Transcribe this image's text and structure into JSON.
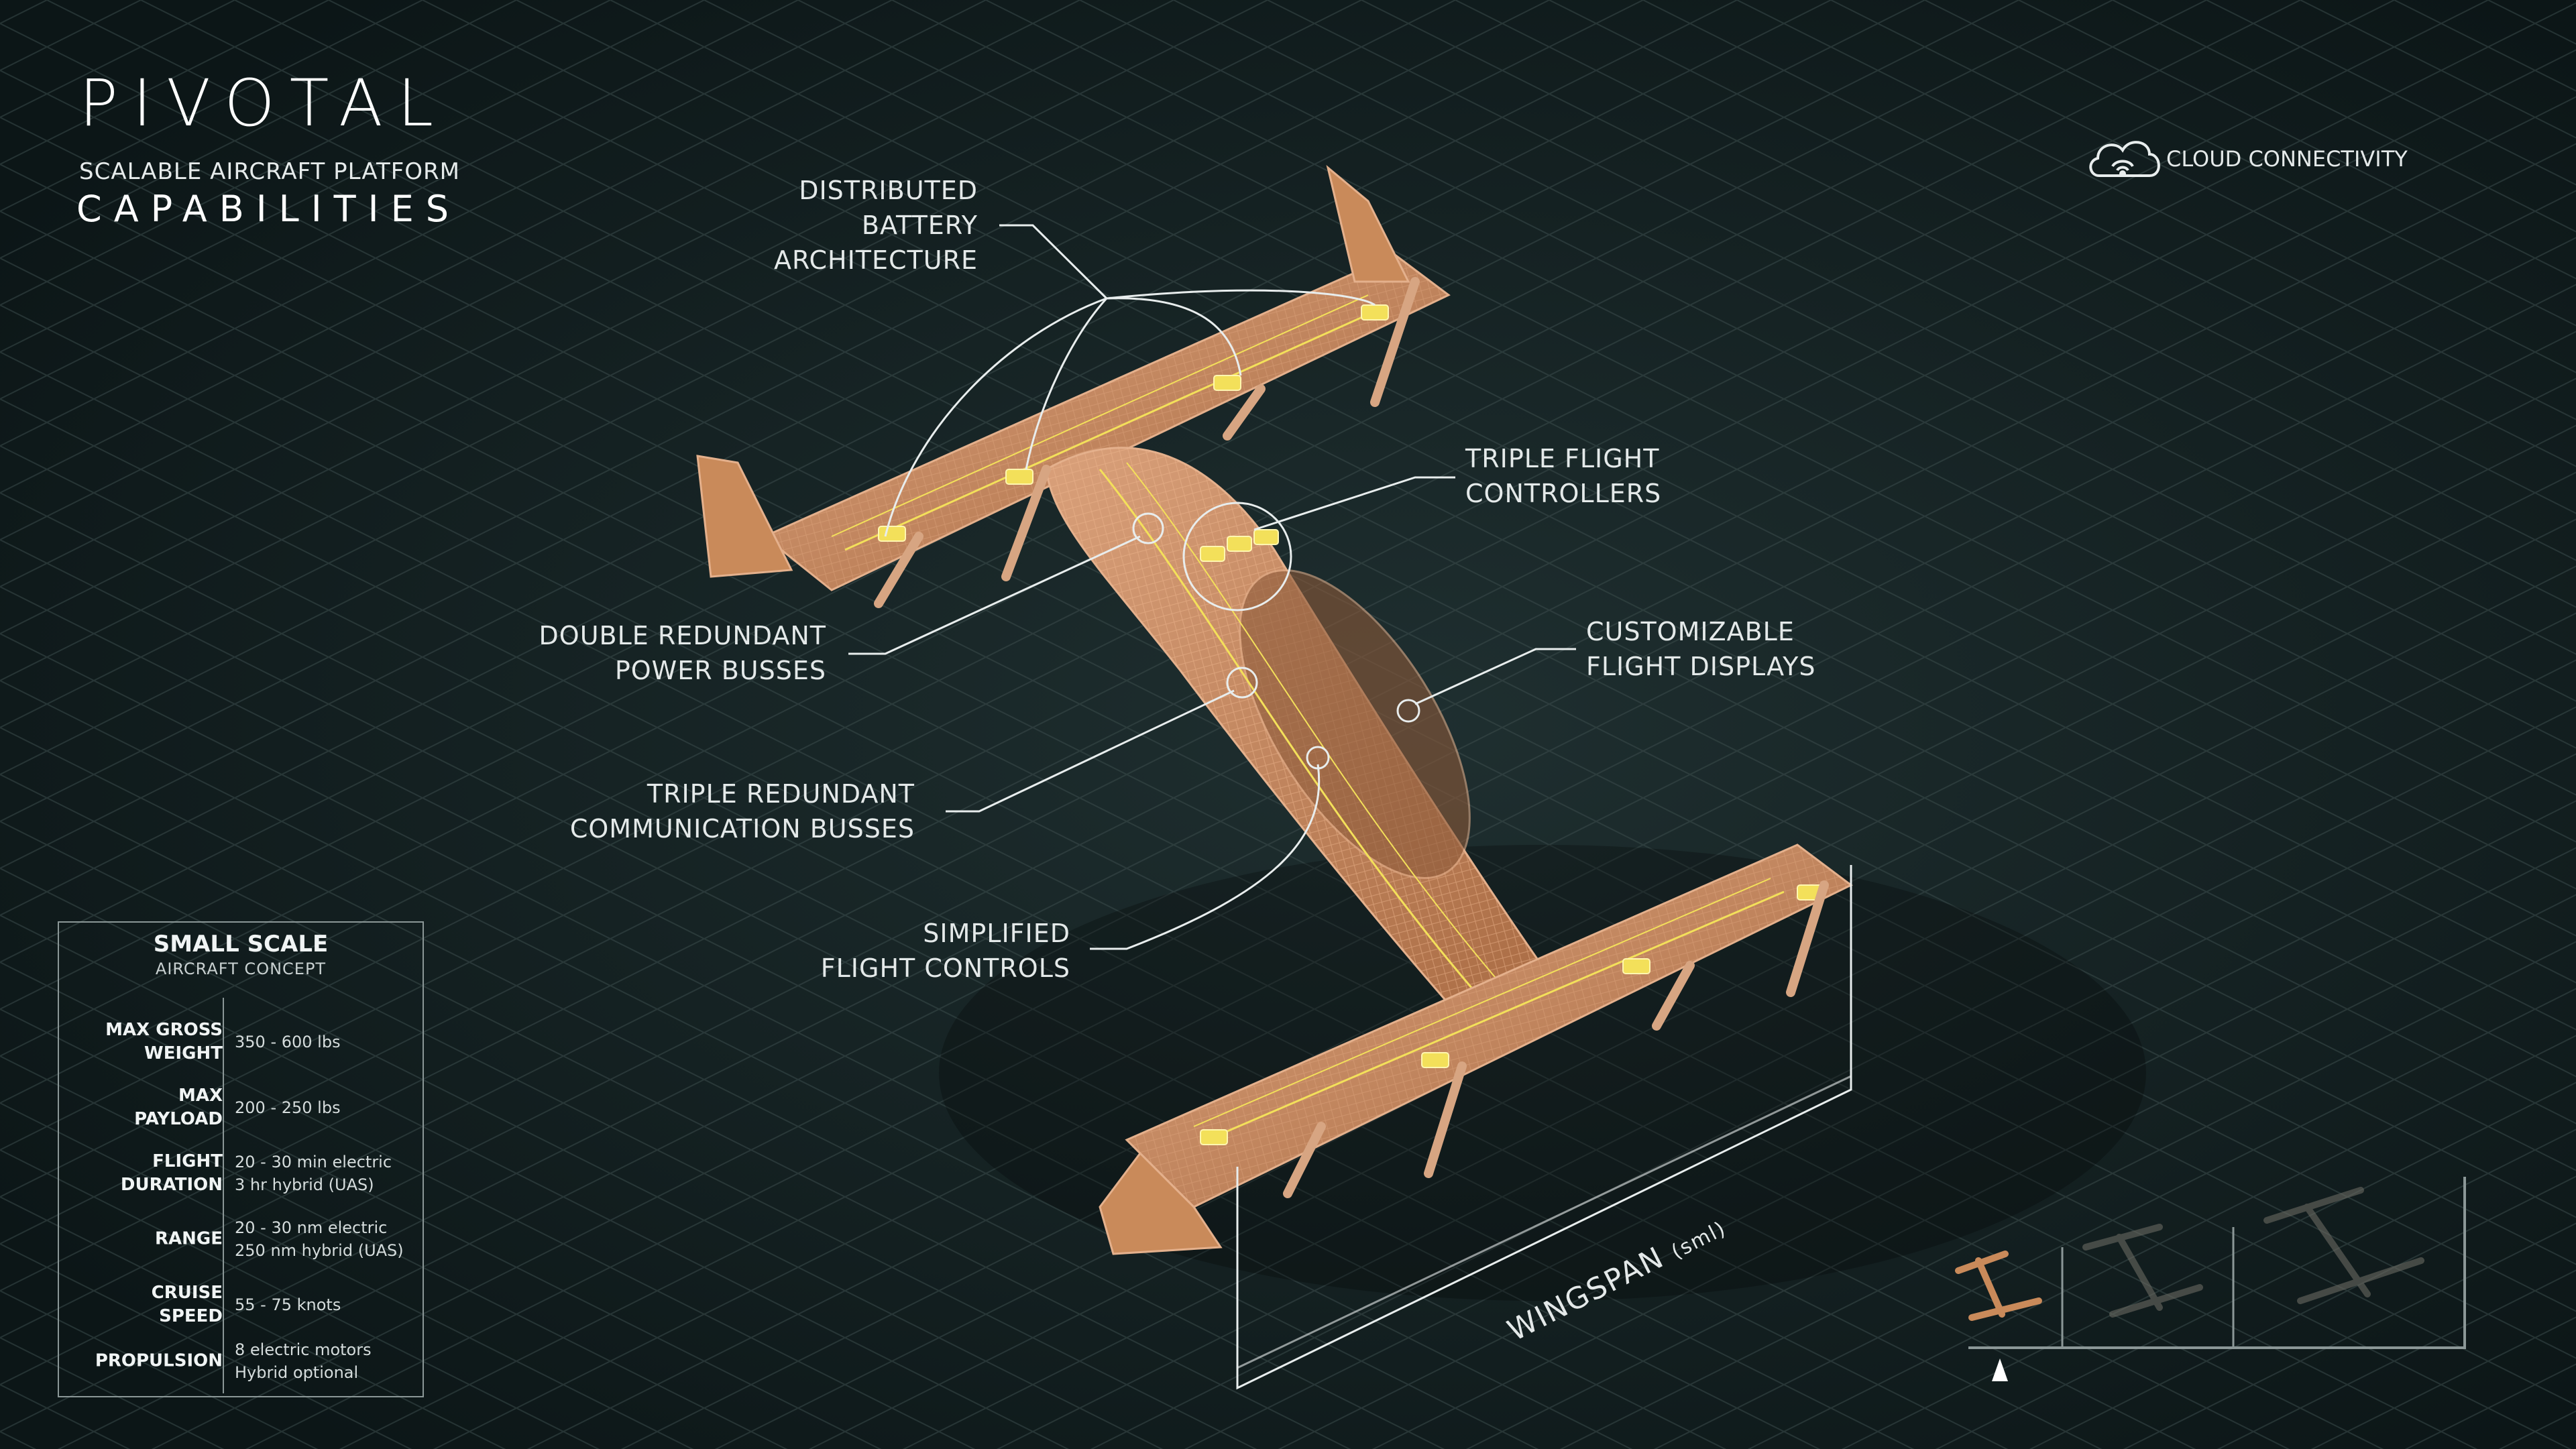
{
  "brand": {
    "name": "PIVOTAL",
    "subtitle": "SCALABLE AIRCRAFT PLATFORM",
    "title": "CAPABILITIES"
  },
  "cloud": {
    "label": "CLOUD CONNECTIVITY",
    "icon": "cloud-wifi-icon"
  },
  "callouts": {
    "battery": [
      "DISTRIBUTED",
      "BATTERY",
      "ARCHITECTURE"
    ],
    "flight_controllers": [
      "TRIPLE FLIGHT",
      "CONTROLLERS"
    ],
    "power_busses": [
      "DOUBLE REDUNDANT",
      "POWER BUSSES"
    ],
    "flight_displays": [
      "CUSTOMIZABLE",
      "FLIGHT DISPLAYS"
    ],
    "comm_busses": [
      "TRIPLE REDUNDANT",
      "COMMUNICATION BUSSES"
    ],
    "flight_controls": [
      "SIMPLIFIED",
      "FLIGHT CONTROLS"
    ]
  },
  "wingspan": {
    "label": "WINGSPAN",
    "unit": "(sml)"
  },
  "specs": {
    "title": "SMALL SCALE",
    "subtitle": "AIRCRAFT CONCEPT",
    "rows": [
      {
        "label": [
          "MAX GROSS",
          "WEIGHT"
        ],
        "value": [
          "350 - 600 lbs"
        ]
      },
      {
        "label": [
          "MAX",
          "PAYLOAD"
        ],
        "value": [
          "200 - 250 lbs"
        ]
      },
      {
        "label": [
          "FLIGHT",
          "DURATION"
        ],
        "value": [
          "20 - 30 min electric",
          "3 hr hybrid (UAS)"
        ]
      },
      {
        "label": [
          "RANGE"
        ],
        "value": [
          "20 - 30 nm electric",
          "250 nm hybrid (UAS)"
        ]
      },
      {
        "label": [
          "CRUISE",
          "SPEED"
        ],
        "value": [
          "55 - 75 knots"
        ]
      },
      {
        "label": [
          "PROPULSION"
        ],
        "value": [
          "8 electric motors",
          "Hybrid optional"
        ]
      }
    ]
  },
  "colors": {
    "background": "#0f1b1c",
    "airframe": "#c98a5a",
    "highlight": "#f3e05a",
    "grid": "#3a4a4a"
  }
}
